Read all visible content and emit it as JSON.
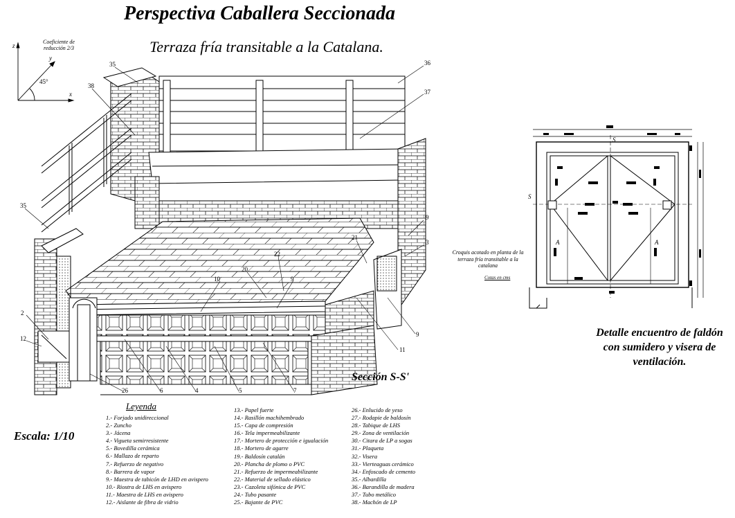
{
  "title": "Perspectiva Caballera Seccionada",
  "subtitle": "Terraza fría transitable a la Catalana.",
  "axes": {
    "coefficient_text": "Coeficiente de reducción 2/3",
    "z_label": "z",
    "y_label": "y",
    "x_label": "x",
    "angle_label": "45°"
  },
  "scale_label": "Escala: 1/10",
  "section_label": "Sección S-S'",
  "detail_title": "Detalle encuentro de faldón con sumidero y visera de ventilación.",
  "croquis_text": "Croquis acotado en planta de la terraza fría transitable a la catalana",
  "cotas_text": "Cotas en cms",
  "plan_labels": {
    "s_top": "S",
    "s_left": "S",
    "a_left": "A",
    "a_right": "A"
  },
  "callouts": {
    "c35a": "35",
    "c38": "38",
    "c36": "36",
    "c37": "37",
    "c35b": "35",
    "c9a": "9",
    "c3": "3",
    "c21": "21",
    "c22": "22",
    "c20": "20",
    "c10": "10",
    "c9b": "9",
    "c2": "2",
    "c12": "12",
    "c9c": "9",
    "c11": "11",
    "c26": "26",
    "c6": "6",
    "c4": "4",
    "c5": "5",
    "c7": "7"
  },
  "legend": {
    "title": "Leyenda",
    "col1": [
      "1.- Forjado unidireccional",
      "2.- Zuncho",
      "3.- Jácena",
      "4.- Vigueta semirresistente",
      "5.- Bovedilla cerámica",
      "6.- Mallazo de reparto",
      "7.- Refuerzo de negativo",
      "8.- Barrera de vapor",
      "9.- Maestra de tabicón de LHD en avispero",
      "10.- Riostra de LHS en avispero",
      "11.- Maestra de LHS en avispero",
      "12.- Aislante de fibra de vidrio"
    ],
    "col2": [
      "13.- Papel fuerte",
      "14.- Rasillón machihembrado",
      "15.- Capa de compresión",
      "16.- Tela impermeabilizante",
      "17.- Mortero de protección e igualación",
      "18.- Mortero de agarre",
      "19.- Baldosín catalán",
      "20.- Plancha de plomo o PVC",
      "21.- Refuerzo de impermeabilizante",
      "22.- Material de sellado elástico",
      "23.- Cazoleta sifónica de PVC",
      "24.- Tubo pasante",
      "25.- Bajante de PVC"
    ],
    "col3": [
      "26.- Enlucido de yeso",
      "27.- Rodapie de baldosín",
      "28.- Tabique de LHS",
      "29.- Zona de ventilación",
      "30.- Citara de LP a sogas",
      "31.- Plaqueta",
      "32.- Visera",
      "33.- Vierteaguas cerámico",
      "34.- Enfoscado de cemento",
      "35.- Albardilla",
      "36.- Barandilla de madera",
      "37.- Tubo metálico",
      "38.- Machón de LP"
    ]
  }
}
